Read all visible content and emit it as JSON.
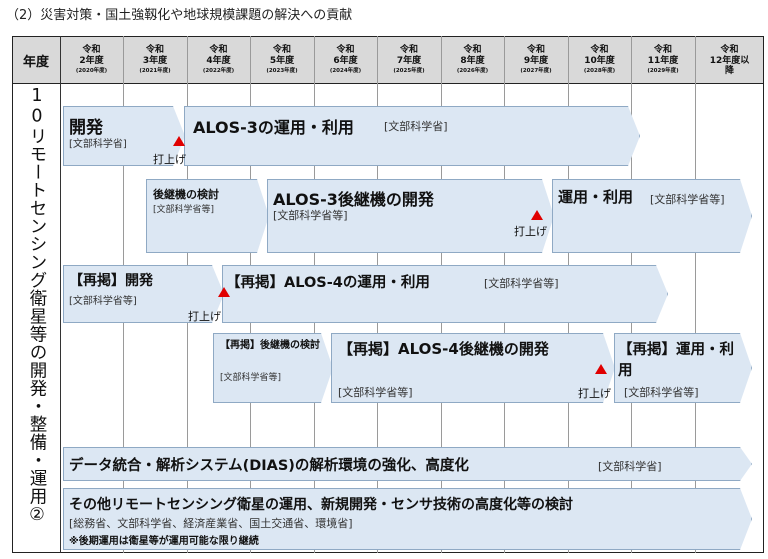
{
  "section_title": "（2）災害対策・国土強靱化や地球規模課題の解決への貢献",
  "header": {
    "year_label": "年度",
    "years": [
      {
        "era": "令和",
        "year": "2年度",
        "ad": "(2020年度)"
      },
      {
        "era": "令和",
        "year": "3年度",
        "ad": "(2021年度)"
      },
      {
        "era": "令和",
        "year": "4年度",
        "ad": "(2022年度)"
      },
      {
        "era": "令和",
        "year": "5年度",
        "ad": "(2023年度)"
      },
      {
        "era": "令和",
        "year": "6年度",
        "ad": "(2024年度)"
      },
      {
        "era": "令和",
        "year": "7年度",
        "ad": "(2025年度)"
      },
      {
        "era": "令和",
        "year": "8年度",
        "ad": "(2026年度)"
      },
      {
        "era": "令和",
        "year": "9年度",
        "ad": "(2027年度)"
      },
      {
        "era": "令和",
        "year": "10年度",
        "ad": "(2028年度)"
      },
      {
        "era": "令和",
        "year": "11年度",
        "ad": "(2029年度)"
      },
      {
        "era": "令和",
        "year": "12年度以降",
        "ad": ""
      }
    ]
  },
  "side_label": "10リモートセンシング衛星等の開発・整備・運用②",
  "rows": {
    "r1_dev_title": "開発",
    "r1_dev_sub": "[文部科学省]",
    "r1_launch": "打上げ",
    "r1_ops_title": "ALOS-3の運用・利用",
    "r1_ops_sub": "[文部科学省]",
    "r2_study_title": "後継機の検討",
    "r2_study_sub": "[文部科学省等]",
    "r2_dev_title": "ALOS-3後継機の開発",
    "r2_dev_sub": "[文部科学省等]",
    "r2_launch": "打上げ",
    "r2_ops_title": "運用・利用",
    "r2_ops_sub": "[文部科学省等]",
    "r3_dev_title": "【再掲】開発",
    "r3_dev_sub": "[文部科学省等]",
    "r3_launch": "打上げ",
    "r3_ops_title": "【再掲】ALOS-4の運用・利用",
    "r3_ops_sub": "[文部科学省等]",
    "r4_study_title": "【再掲】後継機の検討",
    "r4_study_sub": "[文部科学省等]",
    "r4_dev_title": "【再掲】ALOS-4後継機の開発",
    "r4_dev_sub": "[文部科学省等]",
    "r4_launch": "打上げ",
    "r4_ops_title": "【再掲】運用・利用",
    "r4_ops_sub": "[文部科学省等]",
    "r5_title": "データ統合・解析システム(DIAS)の解析環境の強化、高度化",
    "r5_sub": "[文部科学省]",
    "r6_title": "その他リモートセンシング衛星の運用、新規開発・センサ技術の高度化等の検討",
    "r6_sub": "[総務省、文部科学省、経済産業省、国土交通省、環境省]",
    "r6_note": "※後期運用は衛星等が運用可能な限り継続"
  },
  "colors": {
    "bar_fill": "#dce7f3",
    "bar_border": "#8fa9c4",
    "launch_marker": "#e00000",
    "header_bg": "#d9d9d9"
  }
}
